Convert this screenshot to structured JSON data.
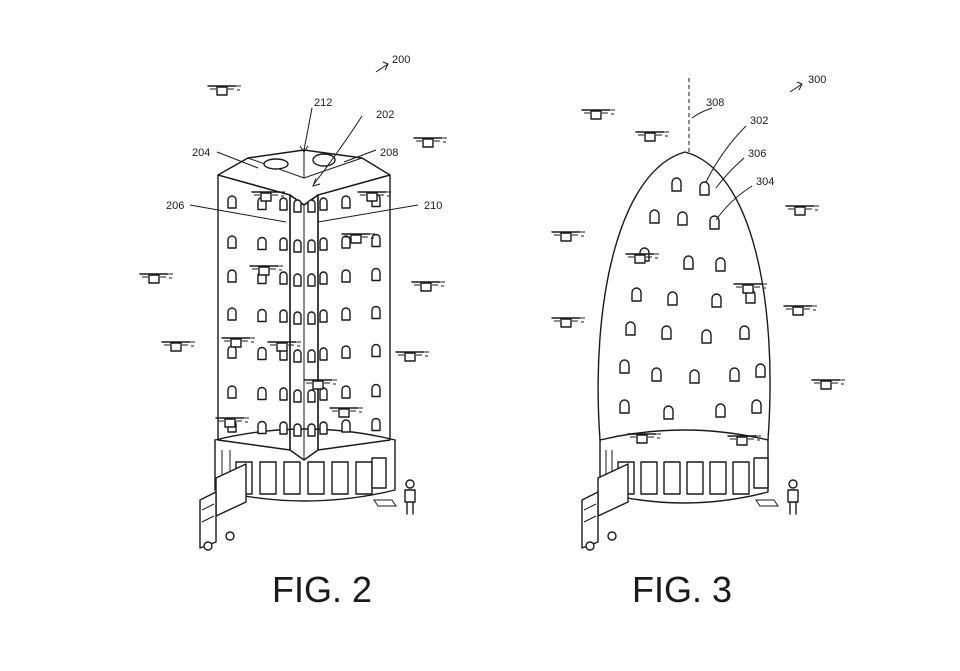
{
  "figures": [
    {
      "caption": "FIG. 2",
      "refs": {
        "r200": "200",
        "r212": "212",
        "r202": "202",
        "r204": "204",
        "r208": "208",
        "r206": "206",
        "r210": "210"
      }
    },
    {
      "caption": "FIG. 3",
      "refs": {
        "r300": "300",
        "r308": "308",
        "r302": "302",
        "r306": "306",
        "r304": "304"
      }
    }
  ],
  "colors": {
    "ink": "#1a1a1a",
    "paper": "#ffffff"
  },
  "icons": [
    "drone-icon",
    "delivery-truck-icon",
    "person-icon",
    "door-window-icon"
  ]
}
